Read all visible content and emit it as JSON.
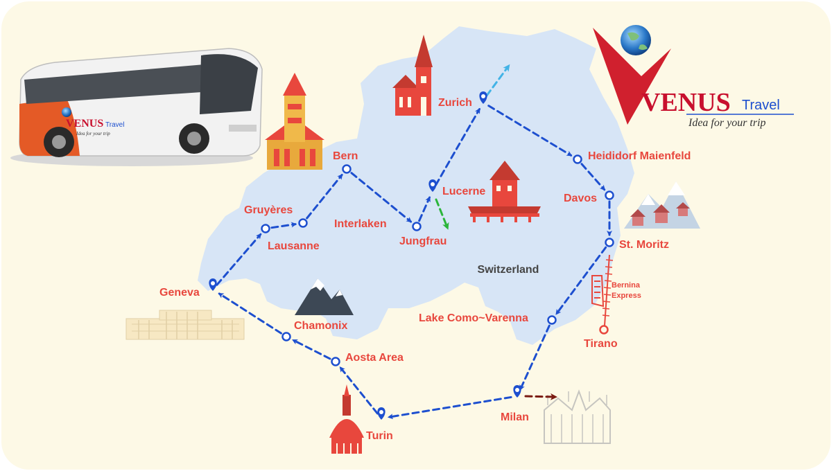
{
  "map": {
    "country_label": "Switzerland",
    "colors": {
      "background": "#fdf9e6",
      "country_fill": "#d7e5f6",
      "route": "#1d4fcf",
      "city_label": "#e8473d",
      "country_label": "#444444",
      "extension_light": "#43b3e6",
      "extension_green": "#2bb53a",
      "extension_dark": "#7a1a12",
      "rail": "#e8473d"
    }
  },
  "brand": {
    "name_big": "VENUS",
    "name_small": "Travel",
    "tagline": "Idea for your trip",
    "bus_name_big": "VENUS",
    "bus_name_small": "Travel",
    "bus_tagline": "Idea for your trip"
  },
  "stops": [
    {
      "id": "geneva",
      "name": "Geneva"
    },
    {
      "id": "lausanne",
      "name": "Lausanne"
    },
    {
      "id": "gruyeres",
      "name": "Gruyères"
    },
    {
      "id": "bern",
      "name": "Bern"
    },
    {
      "id": "interlaken",
      "name": "Interlaken"
    },
    {
      "id": "jungfrau",
      "name": "Jungfrau"
    },
    {
      "id": "lucerne",
      "name": "Lucerne"
    },
    {
      "id": "zurich",
      "name": "Zurich"
    },
    {
      "id": "heididorf",
      "name": "Heididorf Maienfeld"
    },
    {
      "id": "davos",
      "name": "Davos"
    },
    {
      "id": "stmoritz",
      "name": "St. Moritz"
    },
    {
      "id": "tirano",
      "name": "Tirano"
    },
    {
      "id": "como",
      "name": "Lake Como~Varenna"
    },
    {
      "id": "milan",
      "name": "Milan"
    },
    {
      "id": "turin",
      "name": "Turin"
    },
    {
      "id": "aosta",
      "name": "Aosta Area"
    },
    {
      "id": "chamonix",
      "name": "Chamonix"
    }
  ],
  "bernina_label": [
    "Bernina",
    "Express"
  ],
  "landmark_icons": [
    "bus-icon",
    "zurich-church-icon",
    "bern-cathedral-icon",
    "lucerne-bridge-icon",
    "mountain-village-icon",
    "mountain-icon",
    "geneva-palace-icon",
    "turin-mole-icon",
    "milan-duomo-icon",
    "train-icon",
    "globe-icon"
  ]
}
